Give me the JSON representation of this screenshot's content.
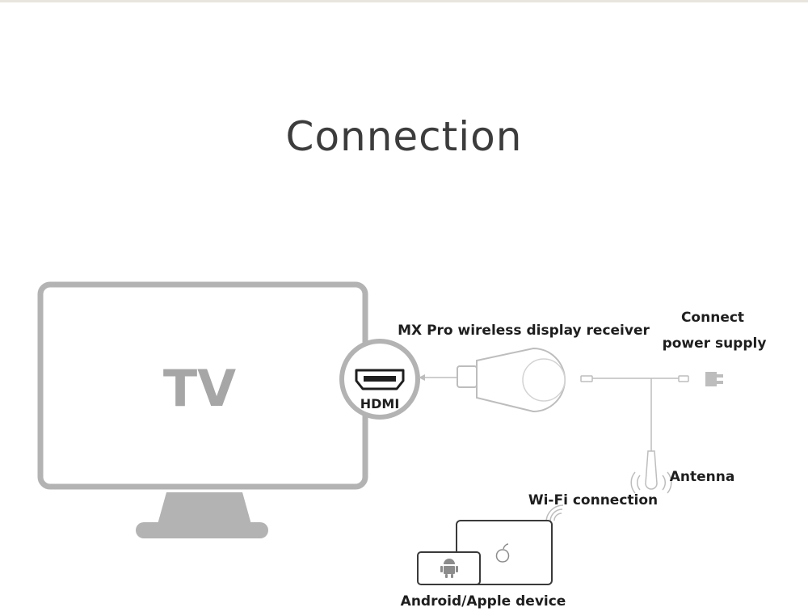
{
  "title": "Connection",
  "tv": {
    "label": "TV"
  },
  "hdmi": {
    "label": "HDMI"
  },
  "receiver": {
    "label": "MX Pro wireless display receiver"
  },
  "power": {
    "line1": "Connect",
    "line2": "power supply"
  },
  "antenna": {
    "label": "Antenna"
  },
  "wifi": {
    "label": "Wi-Fi connection"
  },
  "devices": {
    "label": "Android/Apple device"
  }
}
